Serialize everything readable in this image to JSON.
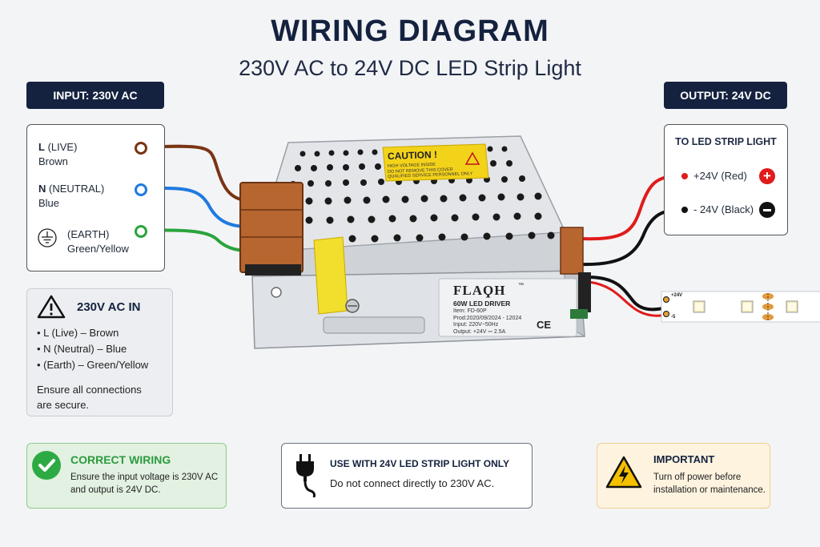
{
  "header": {
    "title": "WIRING DIAGRAM",
    "subtitle": "230V AC to 24V DC LED Strip Light"
  },
  "input": {
    "badge": "INPUT: 230V AC",
    "live_code": "L",
    "live_name": "(LIVE)",
    "live_color": "Brown",
    "neutral_code": "N",
    "neutral_name": "(NEUTRAL)",
    "neutral_color": "Blue",
    "earth_name": "(EARTH)",
    "earth_color": "Green/Yellow"
  },
  "output": {
    "badge": "OUTPUT: 24V DC",
    "heading": "TO LED STRIP LIGHT",
    "positive": "+24V (Red)",
    "negative": "- 24V (Black)"
  },
  "ac_info": {
    "title": "230V AC IN",
    "items": [
      "L (Live) – Brown",
      "N (Neutral) – Blue",
      "(Earth) – Green/Yellow"
    ],
    "note_line1": "Ensure all connections",
    "note_line2": "are secure."
  },
  "driver": {
    "caution": "CAUTION !",
    "caution_line1": "HIGH VOLTAGE INSIDE",
    "caution_line2": "DO NOT REMOVE THIS COVER",
    "caution_line3": "QUALIFIED SERVICE PERSONNEL ONLY",
    "brand": "FLAϘH",
    "tm": "™",
    "model": "60W LED DRIVER",
    "item": "Item: FD-60P",
    "prod": "Prod:2020/09/2024 - 12024",
    "input": "Input: 220V~50Hz",
    "output": "Output: +24V ⎓ 2.5A",
    "ce": "CE"
  },
  "strip": {
    "pos": "+24V",
    "neg": "-5"
  },
  "cards": {
    "correct_title": "CORRECT WIRING",
    "correct_line1": "Ensure the input voltage is 230V AC",
    "correct_line2": "and output is 24V DC.",
    "use_title": "USE WITH 24V LED STRIP LIGHT ONLY",
    "use_text": "Do not connect directly to 230V AC.",
    "important_title": "IMPORTANT",
    "important_line1": "Turn off power before",
    "important_line2": "installation or maintenance."
  },
  "colors": {
    "navy": "#14223f",
    "brown_wire": "#7a3414",
    "blue_wire": "#1e7ae0",
    "green_wire": "#2aa43b",
    "red_wire": "#e01b1b",
    "black_wire": "#111111",
    "success": "#2eaa45",
    "warn": "#f5c000"
  }
}
